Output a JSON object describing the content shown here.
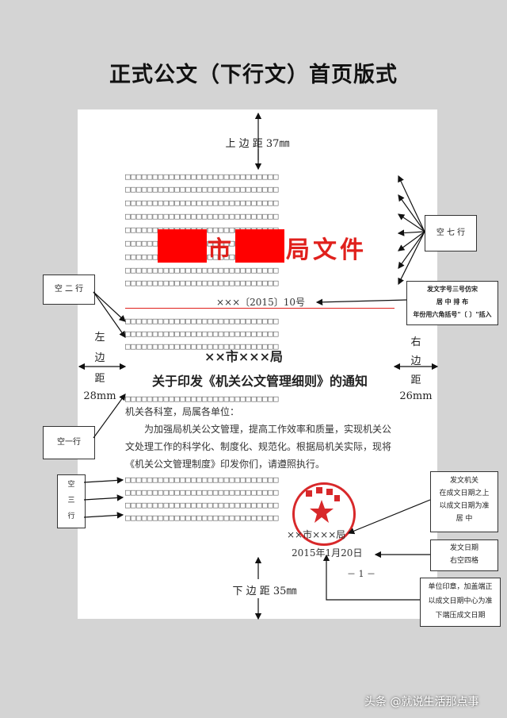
{
  "page_title": "正式公文（下行文）首页版式",
  "labels": {
    "top_margin": "上 边 距 37㎜",
    "bottom_margin": "下 边 距 35㎜",
    "left_margin_1": "左",
    "left_margin_2": "边",
    "left_margin_3": "距",
    "left_margin_4": "28mm",
    "right_margin_1": "右",
    "right_margin_2": "边",
    "right_margin_3": "距",
    "right_margin_4": "26mm"
  },
  "document": {
    "header_city": "市",
    "header_tail": "局文件",
    "doc_number": "×××〔2015〕10号",
    "issuer": "××市×××局",
    "subject": "关于印发《机关公文管理细则》的通知",
    "recipient": "机关各科室，局属各单位：",
    "body_line_1": "为加强局机关公文管理，提高工作效率和质量，实现机关公",
    "body_line_2": "文处理工作的科学化、制度化、规范化。根据局机关实际，现将",
    "body_line_3": "《机关公文管理制度》印发你们，请遵照执行。",
    "signature": "××市×××局",
    "date": "2015年1月20日",
    "page_number": "－ 1 －",
    "box_row": "□□□□□□□□□□□□□□□□□□□□□□□□□□□□"
  },
  "notes": {
    "seven_lines": "空 七 行",
    "two_lines": "空 二 行",
    "one_line": "空一行",
    "three_lines": "空\n三\n行",
    "doc_number_1": "发文字号三号仿宋",
    "doc_number_2": "居 中 排 布",
    "doc_number_3": "年份用六角括号\"〔 〕\"括入",
    "issuing_org_1": "发文机关",
    "issuing_org_2": "在成文日期之上",
    "issuing_org_3": "以成文日期为准",
    "issuing_org_4": "居 中",
    "date_note_1": "发文日期",
    "date_note_2": "右空四格",
    "seal_note_1": "单位印章，加盖端正",
    "seal_note_2": "以成文日期中心为准",
    "seal_note_3": "下端压成文日期"
  },
  "watermark": "头条 @就说生活那点事",
  "colors": {
    "red": "#e0201c",
    "background": "#d4d4d4"
  }
}
